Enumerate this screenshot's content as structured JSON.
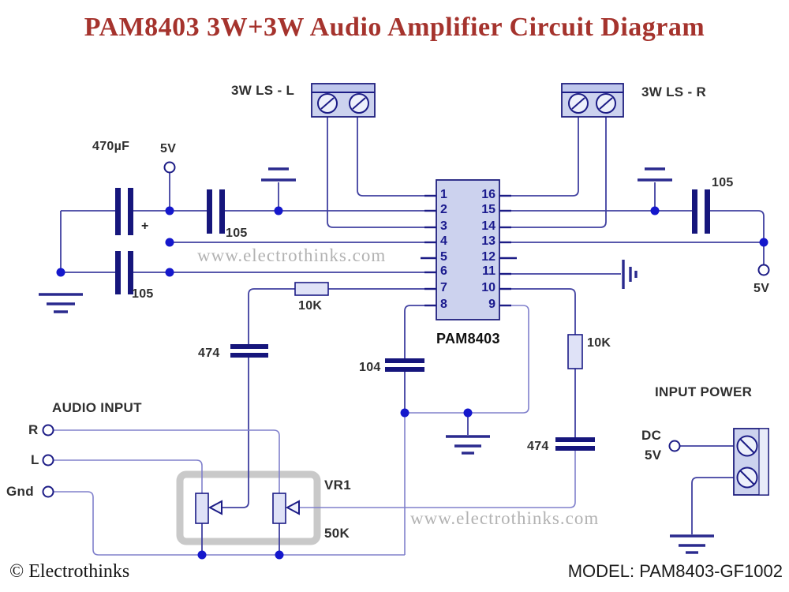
{
  "title": "PAM8403 3W+3W Audio Amplifier Circuit Diagram",
  "watermark": "www.electrothinks.com",
  "footer": {
    "copyright": "© Electrothinks",
    "model": "MODEL: PAM8403-GF1002"
  },
  "ic": {
    "name": "PAM8403",
    "pins_left": [
      "1",
      "2",
      "3",
      "4",
      "5",
      "6",
      "7",
      "8"
    ],
    "pins_right": [
      "16",
      "15",
      "14",
      "13",
      "12",
      "11",
      "10",
      "9"
    ]
  },
  "connectors": {
    "speaker_left": "3W LS - L",
    "speaker_right": "3W LS - R",
    "input_power": "INPUT POWER",
    "dc": "DC",
    "dc_voltage": "5V"
  },
  "supply": {
    "top_left": "5V",
    "right": "5V"
  },
  "components": {
    "bulk_cap": "470µF",
    "bulk_cap_polarity": "+",
    "cap_105_top_left": "105",
    "cap_105_bottom_left": "105",
    "cap_105_right": "105",
    "res_10k_left": "10K",
    "res_10k_right": "10K",
    "cap_474_left": "474",
    "cap_474_right": "474",
    "cap_104": "104",
    "vr_name": "VR1",
    "vr_value": "50K"
  },
  "audio": {
    "heading": "AUDIO INPUT",
    "r": "R",
    "l": "L",
    "gnd": "Gnd"
  },
  "colors": {
    "wire": "#4040a0",
    "component_stroke": "#1c1c86",
    "junction": "#1518cc",
    "title": "#a5332d"
  }
}
